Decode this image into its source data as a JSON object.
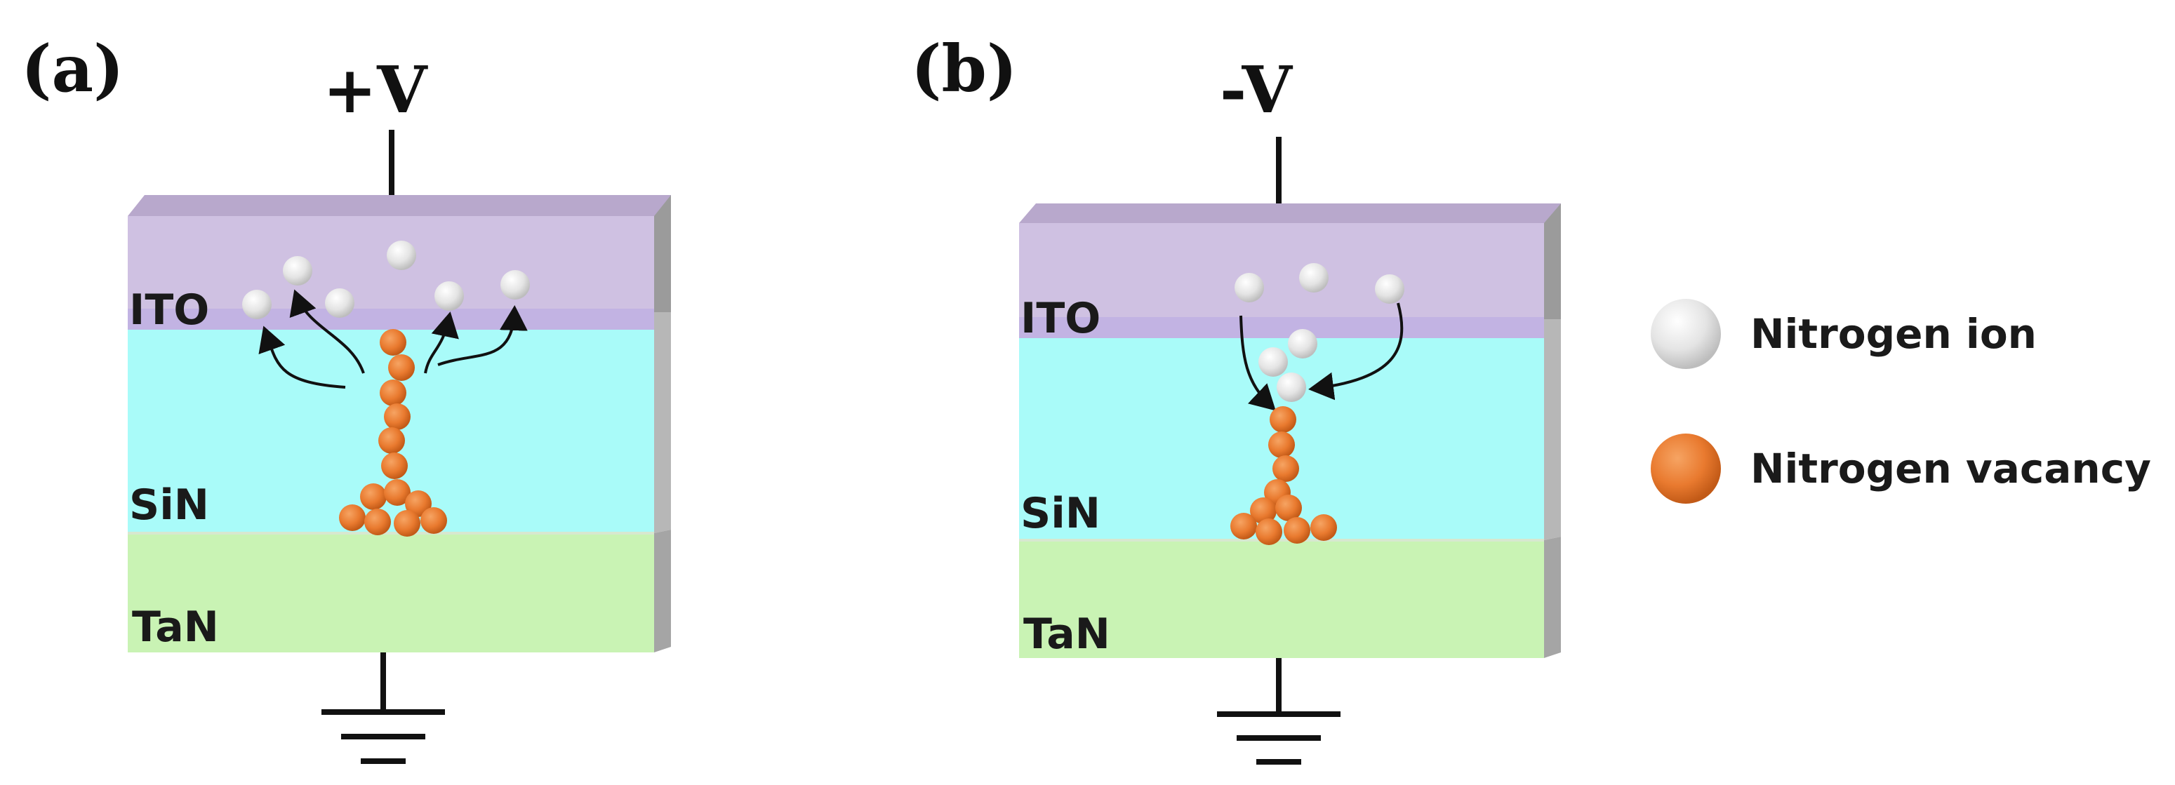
{
  "panels": [
    {
      "label": "(a)",
      "voltage": "+V",
      "layers": {
        "top": "ITO",
        "middle": "SiN",
        "bottom": "TaN"
      }
    },
    {
      "label": "(b)",
      "voltage": "-V",
      "layers": {
        "top": "ITO",
        "middle": "SiN",
        "bottom": "TaN"
      }
    }
  ],
  "legend": [
    {
      "label": "Nitrogen ion",
      "icon": "nitrogen-ion-icon"
    },
    {
      "label": "Nitrogen vacancy",
      "icon": "nitrogen-vacancy-icon"
    }
  ],
  "colors": {
    "ito": "#cfc1e2",
    "ito_interface": "#c2b3e3",
    "sin": "#a9fbf9",
    "tan": "#c9f3b4",
    "side_face": "#a9a9a9",
    "top_face": "#b8a8cc",
    "vacancy": "#e97a2f",
    "ion": "#e6e6e6"
  }
}
